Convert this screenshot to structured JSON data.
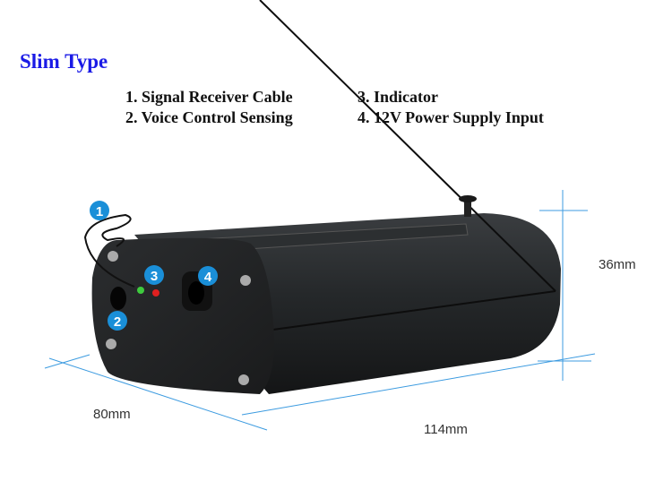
{
  "title": "Slim Type",
  "legend": [
    "1. Signal Receiver Cable",
    "2. Voice Control Sensing",
    "3. Indicator",
    "4. 12V Power Supply Input"
  ],
  "badges": [
    "1",
    "2",
    "3",
    "4"
  ],
  "dimensions": {
    "height": "36mm",
    "width": "80mm",
    "length": "114mm"
  },
  "colors": {
    "accent": "#1a8fd8",
    "title": "#1a1ae6"
  }
}
